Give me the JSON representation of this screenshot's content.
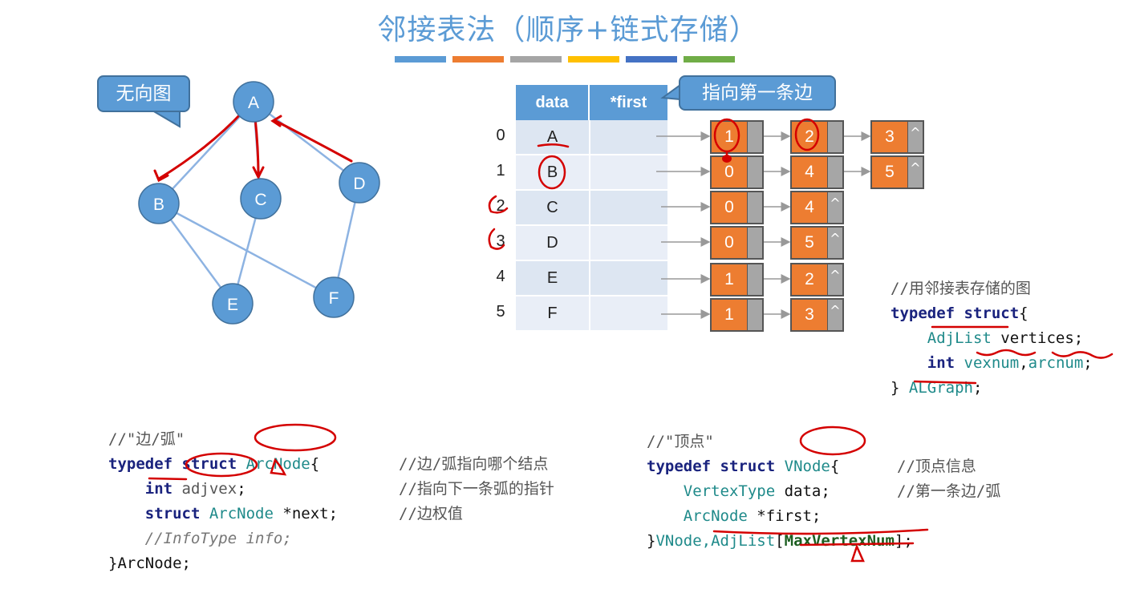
{
  "title": "邻接表法（顺序+链式存储）",
  "colors": {
    "bars": [
      "#5b9bd5",
      "#ed7d31",
      "#a5a5a5",
      "#ffc000",
      "#4472c4",
      "#70ad47"
    ],
    "node_fill": "#5b9bd5",
    "arc_value": "#ed7d31",
    "arc_next": "#a6a6a6",
    "annotation": "#d40000"
  },
  "callouts": {
    "graph_type": "无向图",
    "first_edge": "指向第一条边"
  },
  "graph": {
    "vertices": [
      "A",
      "B",
      "C",
      "D",
      "E",
      "F"
    ],
    "edges": [
      [
        "A",
        "B"
      ],
      [
        "A",
        "C"
      ],
      [
        "A",
        "D"
      ],
      [
        "B",
        "E"
      ],
      [
        "B",
        "F"
      ],
      [
        "C",
        "E"
      ],
      [
        "D",
        "F"
      ]
    ]
  },
  "table": {
    "headers": [
      "data",
      "*first"
    ],
    "rows": [
      {
        "index": "0",
        "data": "A",
        "arcs": [
          {
            "adjvex": "1",
            "end": false
          },
          {
            "adjvex": "2",
            "end": false
          },
          {
            "adjvex": "3",
            "end": true
          }
        ]
      },
      {
        "index": "1",
        "data": "B",
        "arcs": [
          {
            "adjvex": "0",
            "end": false
          },
          {
            "adjvex": "4",
            "end": false
          },
          {
            "adjvex": "5",
            "end": true
          }
        ]
      },
      {
        "index": "2",
        "data": "C",
        "arcs": [
          {
            "adjvex": "0",
            "end": false
          },
          {
            "adjvex": "4",
            "end": true
          }
        ]
      },
      {
        "index": "3",
        "data": "D",
        "arcs": [
          {
            "adjvex": "0",
            "end": false
          },
          {
            "adjvex": "5",
            "end": true
          }
        ]
      },
      {
        "index": "4",
        "data": "E",
        "arcs": [
          {
            "adjvex": "1",
            "end": false
          },
          {
            "adjvex": "2",
            "end": true
          }
        ]
      },
      {
        "index": "5",
        "data": "F",
        "arcs": [
          {
            "adjvex": "1",
            "end": false
          },
          {
            "adjvex": "3",
            "end": true
          }
        ]
      }
    ],
    "null_mark": "^"
  },
  "code_algraph": {
    "comment": "//用邻接表存储的图",
    "kw_typedef": "typedef",
    "kw_struct": "struct",
    "open_brace": "{",
    "type_adjlist": "AdjList",
    "field_vertices": " vertices;",
    "kw_int": "int",
    "field_vexnum": "vexnum",
    "comma": ",",
    "field_arcnum": "arcnum",
    "semicolon": ";",
    "close": "}",
    "name": "ALGraph",
    "name_end": ";"
  },
  "code_arcnode": {
    "comment": "//\"边/弧\"",
    "kw_typedef": "typedef",
    "kw_struct": "struct",
    "name": "ArcNode",
    "open_brace": "{",
    "kw_int": "int",
    "field_adjvex": "adjvex",
    "semicolon": ";",
    "comment_adjvex": "//边/弧指向哪个结点",
    "kw_struct2": "struct",
    "type_arcnode": "ArcNode",
    "field_next": " *next;",
    "comment_next": "//指向下一条弧的指针",
    "field_info": "//InfoType info;",
    "comment_info": "//边权值",
    "close": "}",
    "close_name": "ArcNode;"
  },
  "code_vnode": {
    "comment": "//\"顶点\"",
    "kw_typedef": "typedef",
    "kw_struct": "struct",
    "name": "VNode",
    "open_brace": "{",
    "type_vertex": "VertexType",
    "field_data": " data;",
    "comment_data": "//顶点信息",
    "type_arcnode": "ArcNode",
    "field_first": " *first;",
    "comment_first": "//第一条边/弧",
    "close": "}",
    "close_name": "VNode,",
    "type_adjlist": "AdjList",
    "bracket_open": "[",
    "max_const": "MaxVertexNum",
    "bracket_close": "];"
  }
}
